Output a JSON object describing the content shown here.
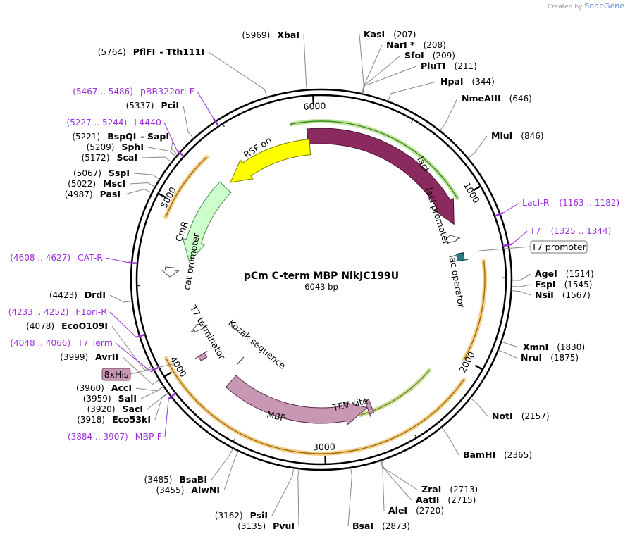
{
  "watermark": {
    "created_by": "Created by",
    "brand": "SnapGene"
  },
  "plasmid": {
    "name": "pCm C-term MBP NikJC199U",
    "length_label": "6043 bp"
  },
  "ticks": [
    "1000",
    "2000",
    "3000",
    "4000",
    "5000",
    "6000"
  ],
  "sites": [
    {
      "name": "XbaI",
      "pos": "(5969)"
    },
    {
      "name": "PflFI",
      "pos": "(5764)",
      "extra": "- Tth111I"
    },
    {
      "name": "KasI",
      "pos": "(207)"
    },
    {
      "name": "NarI *",
      "pos": "(208)"
    },
    {
      "name": "SfoI",
      "pos": "(209)"
    },
    {
      "name": "PluTI",
      "pos": "(211)"
    },
    {
      "name": "HpaI",
      "pos": "(344)"
    },
    {
      "name": "NmeAIII",
      "pos": "(646)"
    },
    {
      "name": "MluI",
      "pos": "(846)"
    },
    {
      "name": "AgeI",
      "pos": "(1514)"
    },
    {
      "name": "FspI",
      "pos": "(1545)"
    },
    {
      "name": "NsiI",
      "pos": "(1567)"
    },
    {
      "name": "XmnI",
      "pos": "(1830)"
    },
    {
      "name": "NruI",
      "pos": "(1875)"
    },
    {
      "name": "NotI",
      "pos": "(2157)"
    },
    {
      "name": "BamHI",
      "pos": "(2365)"
    },
    {
      "name": "ZraI",
      "pos": "(2713)"
    },
    {
      "name": "AatII",
      "pos": "(2715)"
    },
    {
      "name": "AleI",
      "pos": "(2720)"
    },
    {
      "name": "BsaI",
      "pos": "(2873)"
    },
    {
      "name": "PvuI",
      "pos": "(3135)"
    },
    {
      "name": "PsiI",
      "pos": "(3162)"
    },
    {
      "name": "AlwNI",
      "pos": "(3455)"
    },
    {
      "name": "BsaBI",
      "pos": "(3485)"
    },
    {
      "name": "Eco53kI",
      "pos": "(3918)"
    },
    {
      "name": "SacI",
      "pos": "(3920)"
    },
    {
      "name": "SalI",
      "pos": "(3959)"
    },
    {
      "name": "AccI",
      "pos": "(3960)"
    },
    {
      "name": "AvrII",
      "pos": "(3999)"
    },
    {
      "name": "EcoO109I",
      "pos": "(4078)"
    },
    {
      "name": "DrdI",
      "pos": "(4423)"
    },
    {
      "name": "PasI",
      "pos": "(4987)"
    },
    {
      "name": "MscI",
      "pos": "(5022)"
    },
    {
      "name": "SspI",
      "pos": "(5067)"
    },
    {
      "name": "ScaI",
      "pos": "(5172)"
    },
    {
      "name": "SphI",
      "pos": "(5209)"
    },
    {
      "name": "BspQI",
      "pos": "(5221)",
      "extra": "- SapI"
    },
    {
      "name": "PciI",
      "pos": "(5337)"
    }
  ],
  "primers": [
    {
      "name": "pBR322ori-F",
      "range": "(5467 .. 5486)"
    },
    {
      "name": "L4440",
      "range": "(5227 .. 5244)"
    },
    {
      "name": "LacI-R",
      "range": "(1163 .. 1182)"
    },
    {
      "name": "T7",
      "range": "(1325 .. 1344)"
    },
    {
      "name": "CAT-R",
      "range": "(4608 .. 4627)"
    },
    {
      "name": "F1ori-R",
      "range": "(4233 .. 4252)"
    },
    {
      "name": "T7 Term",
      "range": "(4048 .. 4066)"
    },
    {
      "name": "MBP-F",
      "range": "(3884 .. 3907)"
    }
  ],
  "features": {
    "laci": "lacI",
    "laci_promoter": "lacI promoter",
    "lac_operator": "lac operator",
    "t7_promoter": "T7 promoter",
    "rsf_ori": "RSF ori",
    "cmr": "CmR",
    "cat_promoter": "cat promoter",
    "t7_terminator": "T7 terminator",
    "kozak": "Kozak sequence",
    "his_tag": "8xHis",
    "tev_site": "TEV site",
    "mbp": "MBP"
  },
  "colors": {
    "laci": "#8b2a5e",
    "rsf_ori": "#ffff00",
    "cmr": "#ccffcc",
    "mbp": "#c897b4",
    "primer": "#9b30d9",
    "orf_halo": "#f5d08a",
    "green_halo": "#bfe6a0"
  }
}
